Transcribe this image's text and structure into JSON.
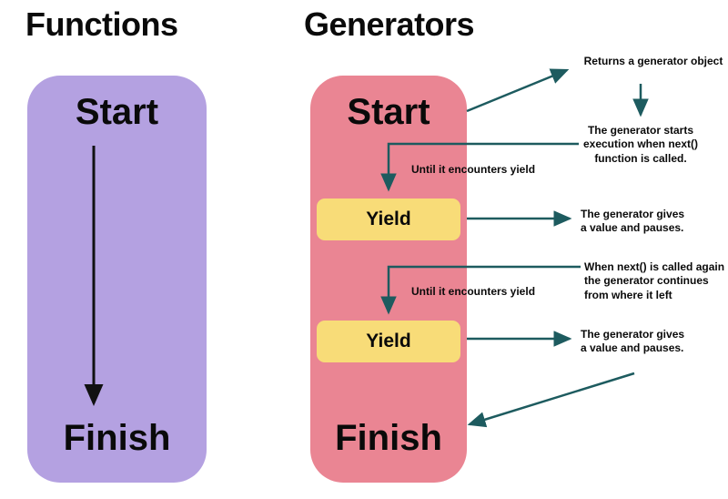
{
  "functions": {
    "title": "Functions",
    "start": "Start",
    "finish": "Finish"
  },
  "generators": {
    "title": "Generators",
    "start": "Start",
    "yield1": "Yield",
    "yield2": "Yield",
    "finish": "Finish"
  },
  "annotations": {
    "returns_object": "Returns a generator object",
    "starts_execution": "The generator starts\nexecution when next()\nfunction is called.",
    "until_yield_1": "Until it encounters yield",
    "gives_value_1": "The generator gives\na value and pauses.",
    "next_again": "When next() is called again\nthe generator continues\nfrom where it left",
    "until_yield_2": "Until it encounters yield",
    "gives_value_2": "The generator gives\na value and pauses."
  },
  "colors": {
    "purple": "#b4a1e1",
    "pink": "#ea8593",
    "yellow": "#f8dc78",
    "arrow": "#1d5b5f",
    "text": "#111111"
  }
}
